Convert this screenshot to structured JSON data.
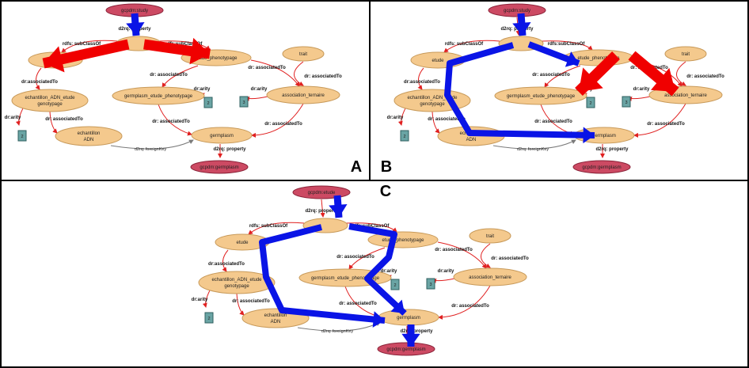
{
  "colors": {
    "concept_fill": "#f4c98d",
    "concept_stroke": "#c89a5a",
    "root_fill": "#cc4a63",
    "root_stroke": "#8a2238",
    "arity_fill": "#6aa4a4",
    "arity_stroke": "#2f5f5f",
    "edge_red": "#e02020",
    "edge_gray": "#7a7a7a",
    "arrow_blue": "#0a14e6",
    "arrow_red": "#f00000"
  },
  "panels": [
    {
      "letter": "A",
      "nodes": {
        "root": "gcpdm:study",
        "study": "",
        "etude": "etude",
        "etude_phen": "etude_phenotypage",
        "trait": "trait",
        "ech_adn_etude_1": "echantillon_ADN_etude",
        "ech_adn_etude_2": "genotypage",
        "germ_etude": "germplasm_etude_phenotypage",
        "assoc": "association_ternaire",
        "ech_adn_1": "echantillon",
        "ech_adn_2": "ADN",
        "germplasm": "germplasm",
        "germ_root": "gcpdm:germplasm"
      },
      "arity": [
        "2",
        "2",
        "3"
      ],
      "edges": {
        "d2rq_top": "d2rq: property",
        "subclass_left": "rdfs: subClassOf",
        "subclass_right": "rdfs:subClassOf",
        "assoc_left": "dr:associatedTo",
        "assoc_mid": "dr: associatedTo",
        "assoc_right": "dr: associatedTo",
        "arity_left": "dr:arity",
        "arity_mid": "dr:arity",
        "arity_right": "dr:arity",
        "assoc_ech": "dr: associatedTo",
        "assoc_germ": "dr: associatedTo",
        "assoc_assoc": "dr: associatedTo",
        "foreign": "d2rq: foreignKey",
        "d2rq_bottom": "d2rq: property"
      }
    },
    {
      "letter": "B",
      "nodes": {
        "root": "gcpdm:study",
        "study": "",
        "etude": "etude",
        "etude_phen": "etude_phenotypage",
        "trait": "trait",
        "ech_adn_etude_1": "echantillon_ADN_etude",
        "ech_adn_etude_2": "genotypage",
        "germ_etude": "germplasm_etude_phenotypage",
        "assoc": "association_ternaire",
        "ech_adn_1": "echantillon",
        "ech_adn_2": "ADN",
        "germplasm": "germplasm",
        "germ_root": "gcpdm:germplasm"
      },
      "arity": [
        "2",
        "2",
        "3"
      ],
      "edges": {
        "d2rq_top": "d2rq: property",
        "subclass_left": "rdfs: subClassOf",
        "subclass_right": "rdfs:subClassOf",
        "assoc_left": "dr:associatedTo",
        "assoc_mid": "dr: associatedTo",
        "assoc_right": "dr: associatedTo",
        "arity_left": "dr:arity",
        "arity_mid": "dr:arity",
        "arity_right": "dr:arity",
        "assoc_ech": "dr: associatedTo",
        "assoc_germ": "dr: associatedTo",
        "assoc_assoc": "dr: associatedTo",
        "foreign": "d2rq: foreignKey",
        "d2rq_bottom": "d2rq: property"
      }
    },
    {
      "letter": "C",
      "nodes": {
        "root": "gcpdm:etude",
        "study": "",
        "etude": "etude",
        "etude_phen": "etude_phenotypage",
        "trait": "trait",
        "ech_adn_etude_1": "echantillon_ADN_etude",
        "ech_adn_etude_2": "genotypage",
        "germ_etude": "germplasm_etude_phenotypage",
        "assoc": "association_ternaire",
        "ech_adn_1": "echantillon",
        "ech_adn_2": "ADN",
        "germplasm": "germplasm",
        "germ_root": "gcpdm:germplasm"
      },
      "arity": [
        "2",
        "2",
        "3"
      ],
      "edges": {
        "d2rq_top": "d2rq: property",
        "subclass_left": "rdfs: subClassOf",
        "subclass_right": "rdfs:subClassOf",
        "assoc_left": "dr:associatedTo",
        "assoc_mid": "dr: associatedTo",
        "assoc_right": "dr: associatedTo",
        "arity_left": "dr:arity",
        "arity_mid": "dr:arity",
        "arity_right": "dr:arity",
        "assoc_ech": "dr: associatedTo",
        "assoc_germ": "dr: associatedTo",
        "assoc_assoc": "dr: associatedTo",
        "foreign": "d2rq: foreignKey",
        "d2rq_bottom": "d2rq: property"
      }
    }
  ]
}
